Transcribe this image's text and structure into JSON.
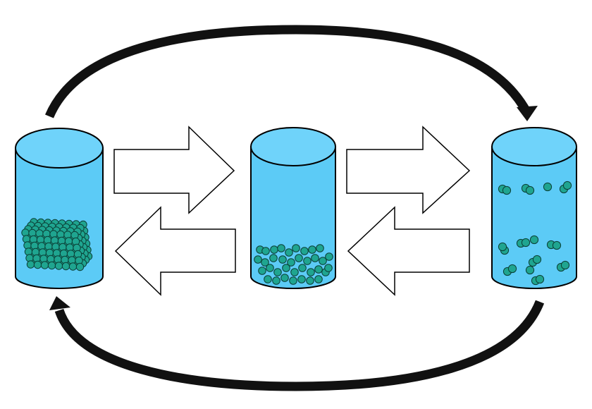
{
  "diagram": {
    "description_visible_text": "",
    "colors": {
      "background": "#ffffff",
      "liquid": "#5ccbf6",
      "liquid_top": "#6fd3fa",
      "outline": "#000000",
      "particle_fill": "#1fa590",
      "particle_stroke": "#0b3f36",
      "cycle_arrow": "#111111",
      "block_arrow_fill": "#ffffff"
    },
    "containers": [
      {
        "id": "solid",
        "state": "packed-solid"
      },
      {
        "id": "liquid",
        "state": "loose-particles-at-bottom"
      },
      {
        "id": "gas",
        "state": "dispersed-particles"
      }
    ],
    "block_arrows": [
      {
        "id": "solid-to-liquid",
        "direction": "right"
      },
      {
        "id": "liquid-to-solid",
        "direction": "left"
      },
      {
        "id": "liquid-to-gas",
        "direction": "right"
      },
      {
        "id": "gas-to-liquid",
        "direction": "left"
      }
    ],
    "cycle_arrows": [
      {
        "id": "top-cycle-arrow",
        "from": "solid",
        "to": "gas"
      },
      {
        "id": "bottom-cycle-arrow",
        "from": "gas",
        "to": "solid"
      }
    ]
  }
}
